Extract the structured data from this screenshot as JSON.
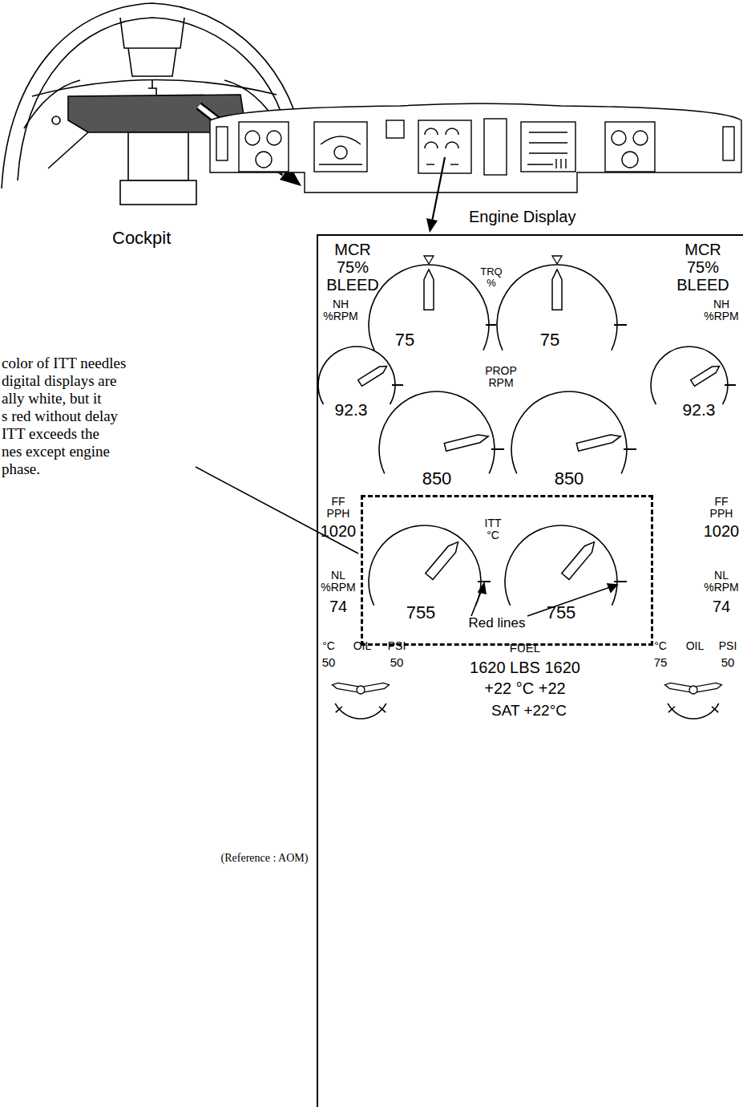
{
  "diagram": {
    "nodes": [
      {
        "text": [
          "Engine Display"
        ]
      },
      {
        "text": [
          "ITT °C",
          "755",
          "755",
          "Red lines"
        ],
        "in": 0
      }
    ],
    "labels": [
      "Cockpit",
      "color of ITT needles digital displays are ally white, but it s red without delay ITT exceeds the nes except engine phase.",
      "MCR 75% BLEED",
      "TRQ %",
      "MCR 75% BLEED",
      "75",
      "75",
      "NH %RPM",
      "NH %RPM",
      "92.3",
      "92.3",
      "PROP RPM",
      "850",
      "850",
      "FF PPH",
      "1020",
      "FF PPH",
      "1020",
      "NL %RPM",
      "74",
      "NL %RPM",
      "74",
      "°C",
      "OIL",
      "PSI",
      "50",
      "50",
      "FUEL",
      "1620 LBS 1620",
      "+22 °C +22",
      "SAT +22°C",
      "°C",
      "OIL",
      "PSI",
      "75",
      "50",
      "(Reference : AOM)"
    ]
  }
}
